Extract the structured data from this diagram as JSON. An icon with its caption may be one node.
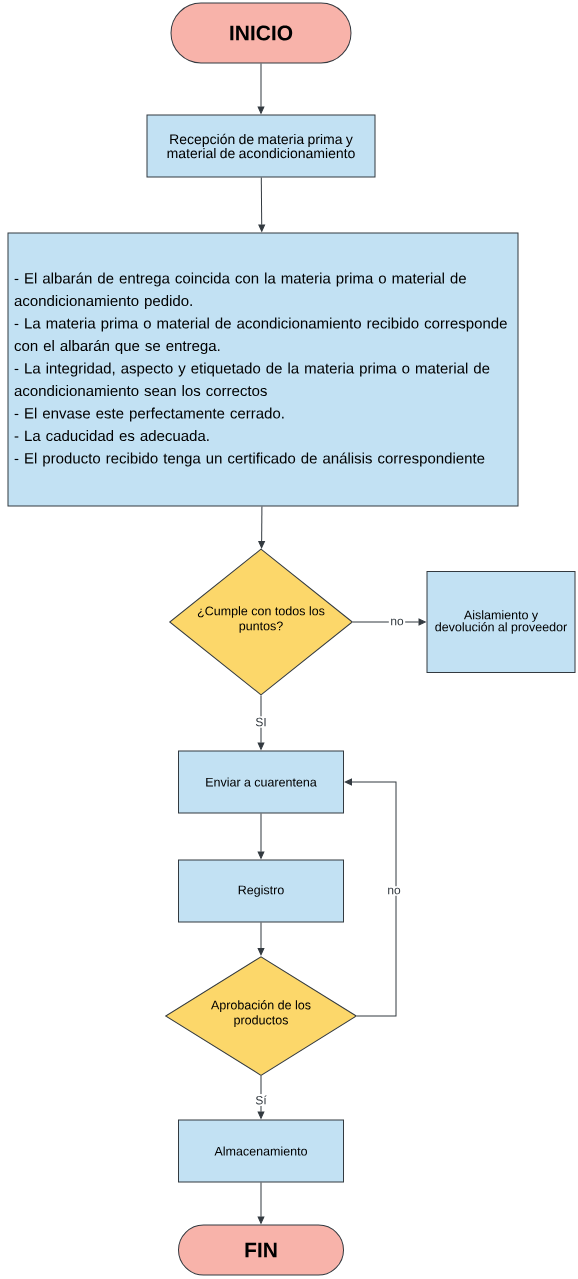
{
  "diagram": {
    "nodes": [
      {
        "text": [
          "INICIO"
        ]
      },
      {
        "text": [
          "Recepción de materia prima y material de acondicionamiento"
        ]
      },
      {
        "text": [
          "- El albarán de entrega coincida con la materia prima o material de acondicionamiento pedido.",
          "- La materia prima o material de acondicionamiento recibido corresponde con el albarán que se entrega.",
          "- La integridad, aspecto y etiquetado de la materia prima o material de acondicionamiento sean los correctos",
          "- El envase este perfectamente cerrado.",
          "- La caducidad es adecuada.",
          "- El producto recibido tenga un certificado de análisis correspondiente"
        ]
      },
      {
        "text": [
          "¿Cumple con todos los puntos?"
        ]
      },
      {
        "text": [
          "Aislamiento y devolución al proveedor"
        ]
      },
      {
        "text": [
          "Enviar a cuarentena"
        ]
      },
      {
        "text": [
          "Registro"
        ]
      },
      {
        "text": [
          "Aprobación de los productos"
        ]
      },
      {
        "text": [
          "Almacenamiento"
        ]
      },
      {
        "text": [
          "FIN"
        ]
      }
    ],
    "edges": [
      {
        "from": 0,
        "to": 1,
        "arrow": "to"
      },
      {
        "from": 1,
        "to": 2,
        "arrow": "to"
      },
      {
        "from": 2,
        "to": 3,
        "arrow": "to"
      },
      {
        "from": 3,
        "to": 4,
        "arrow": "to",
        "label": "no"
      },
      {
        "from": 3,
        "to": 5,
        "arrow": "to",
        "label": "SI"
      },
      {
        "from": 5,
        "to": 6,
        "arrow": "to"
      },
      {
        "from": 6,
        "to": 7,
        "arrow": "to"
      },
      {
        "from": 7,
        "to": 5,
        "arrow": "to",
        "label": "no"
      },
      {
        "from": 7,
        "to": 8,
        "arrow": "to",
        "label": "Sí"
      },
      {
        "from": 8,
        "to": 9,
        "arrow": "to"
      }
    ]
  }
}
